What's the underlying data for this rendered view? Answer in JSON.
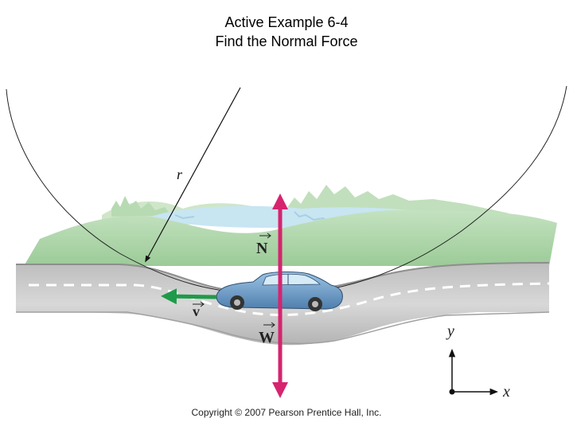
{
  "title": {
    "line1": "Active Example 6-4",
    "line2": "Find the Normal Force"
  },
  "labels": {
    "radius": "r",
    "normal_force": "N",
    "weight": "W",
    "velocity": "v",
    "axis_x": "x",
    "axis_y": "y"
  },
  "copyright": "Copyright © 2007 Pearson Prentice Hall, Inc.",
  "colors": {
    "force_arrows": "#d6246e",
    "velocity_arrow": "#1f9a4a",
    "road": "#c9c9c9",
    "grass": "#a9d3a6",
    "lake": "#bfe0ef",
    "car": "#6f9fc9"
  }
}
